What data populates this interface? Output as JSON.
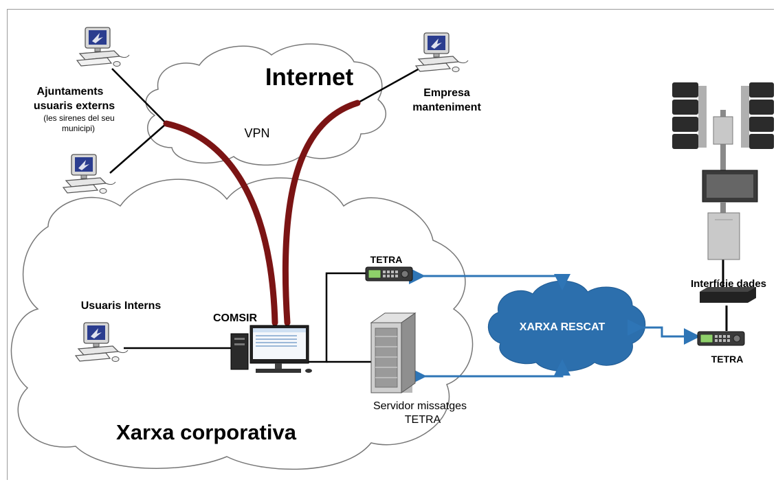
{
  "labels": {
    "internet": "Internet",
    "vpn": "VPN",
    "ajuntaments_line1": "Ajuntaments",
    "ajuntaments_line2": "usuaris externs",
    "ajuntaments_line3": "(les sirenes del seu",
    "ajuntaments_line4": "municipi)",
    "empresa_line1": "Empresa",
    "empresa_line2": "manteniment",
    "usuaris_interns": "Usuaris Interns",
    "comsir": "COMSIR",
    "tetra_radio_top": "TETRA",
    "servidor_line1": "Servidor missatges",
    "servidor_line2": "TETRA",
    "xarxa_corporativa": "Xarxa corporativa",
    "xarxa_rescat": "XARXA RESCAT",
    "interficie_dades": "Interfície dades",
    "tetra_radio_right": "TETRA"
  },
  "colors": {
    "vpn_link": "#7b1414",
    "radio_link": "#2e75b6",
    "rescat_cloud": "#2c6fad",
    "cloud_outline": "#777777",
    "wired_link": "#000000"
  }
}
